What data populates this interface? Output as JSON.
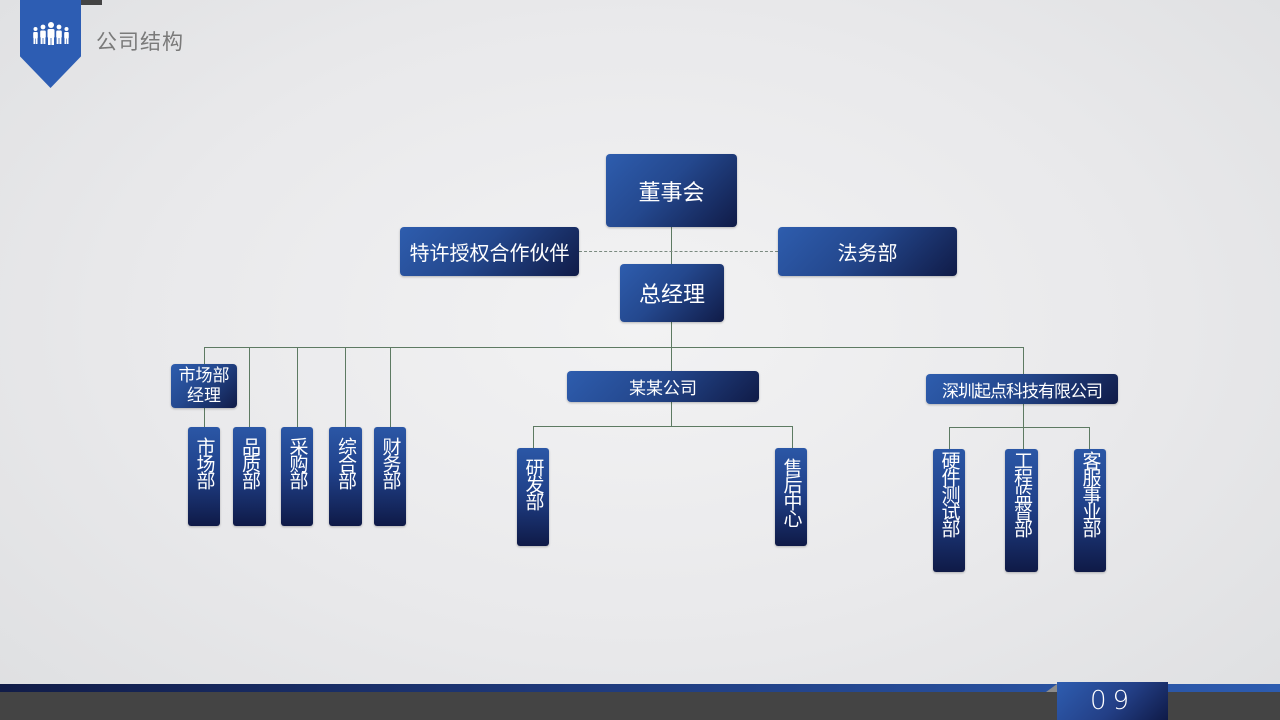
{
  "header": {
    "title": "公司结构",
    "icon": "people-group-icon",
    "ribbon_color": "#2d5db3"
  },
  "org_chart": {
    "board": "董事会",
    "partner": "特许授权合作伙伴",
    "legal": "法务部",
    "gm": "总经理",
    "branches": [
      {
        "label": "市场部经理",
        "label_lines": [
          "市场部",
          "经理"
        ],
        "departments": [
          "市场部",
          "品质部",
          "采购部",
          "综合部",
          "财务部"
        ]
      },
      {
        "label": "某某公司",
        "departments": [
          "研发部",
          "售后中心"
        ]
      },
      {
        "label": "深圳起点科技有限公司",
        "departments": [
          "硬件测试部",
          "工程监督部",
          "客服事业部"
        ]
      }
    ]
  },
  "footer": {
    "page_number": "09"
  },
  "colors": {
    "box_light": "#2e5dae",
    "box_dark": "#101b47",
    "connector": "#5d7a62",
    "footer_bar": "#444444"
  }
}
